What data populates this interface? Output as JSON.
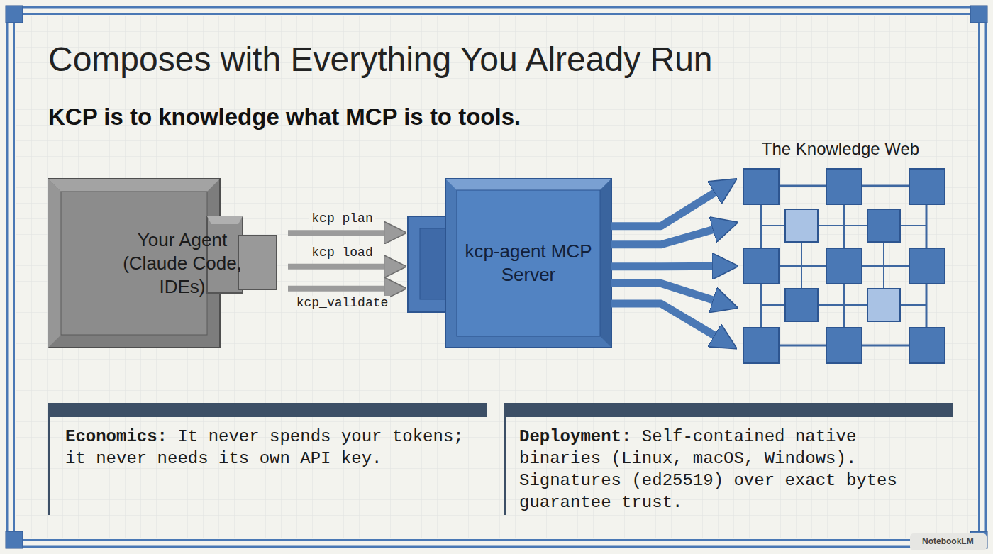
{
  "diagram": {
    "title": "Composes with Everything You Already Run",
    "nodes": [
      {
        "text": [
          "Your Agent (Claude Code, IDEs)"
        ]
      },
      {
        "text": [
          "kcp-agent MCP Server"
        ]
      },
      {
        "text": [
          "The Knowledge Web"
        ]
      },
      {
        "text": [
          "Economics:",
          "It never spends your tokens; it never needs its own API key."
        ]
      },
      {
        "text": [
          "Deployment:",
          "Self-contained native binaries (Linux, macOS, Windows). Signatures (ed25519) over exact bytes guarantee trust."
        ]
      }
    ],
    "edges": [
      {
        "from": 0,
        "to": 1,
        "label": "kcp_plan",
        "arrow": "to"
      },
      {
        "from": 0,
        "to": 1,
        "label": "kcp_load",
        "arrow": "to"
      },
      {
        "from": 0,
        "to": 1,
        "label": "kcp_validate",
        "arrow": "to"
      },
      {
        "from": 1,
        "to": 2,
        "arrow": "to"
      },
      {
        "from": 1,
        "to": 2,
        "arrow": "to"
      },
      {
        "from": 1,
        "to": 2,
        "arrow": "to"
      },
      {
        "from": 1,
        "to": 2,
        "arrow": "to"
      },
      {
        "from": 1,
        "to": 2,
        "arrow": "to"
      }
    ],
    "labels": [
      "KCP is to knowledge what MCP is to tools.",
      "NotebookLM"
    ]
  }
}
